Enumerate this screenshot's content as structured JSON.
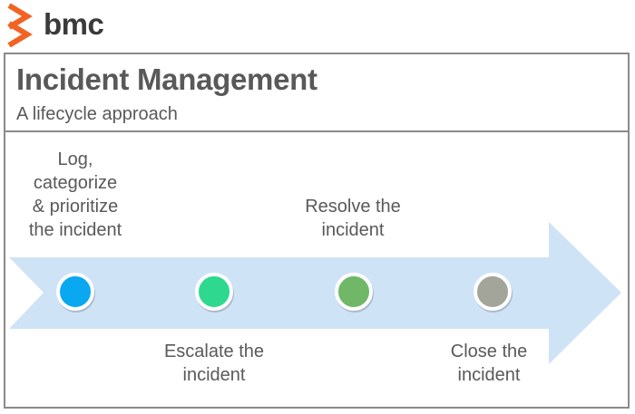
{
  "logo": {
    "text": "bmc",
    "icon": "bmc-chevron-logo-icon",
    "color": "#f26322"
  },
  "header": {
    "title": "Incident Management",
    "subtitle": "A lifecycle approach"
  },
  "lifecycle": {
    "arrow_color": "#cfe3f7",
    "steps": [
      {
        "label": "Log,\ncategorize\n& prioritize\nthe incident",
        "color": "#0aa8f0",
        "position": "above"
      },
      {
        "label": "Escalate the\nincident",
        "color": "#2ed88f",
        "position": "below"
      },
      {
        "label": "Resolve the\nincident",
        "color": "#70b868",
        "position": "above"
      },
      {
        "label": "Close the\nincident",
        "color": "#a3a59a",
        "position": "below"
      }
    ]
  }
}
